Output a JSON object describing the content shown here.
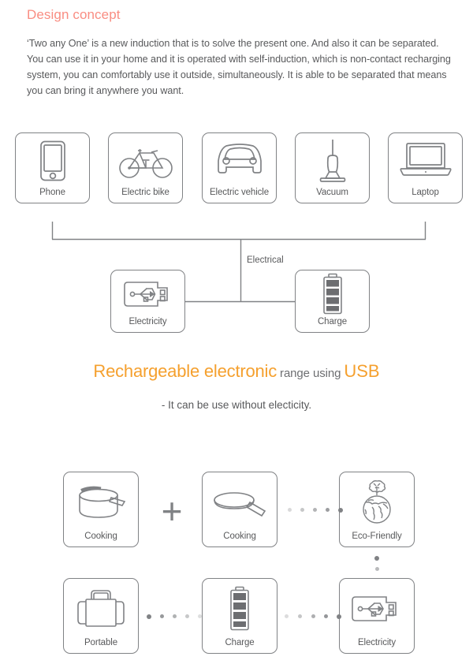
{
  "header": {
    "title": "Design concept",
    "title_color": "#f98d82",
    "paragraph": "‘Two any One’ is a new induction that is to solve the present one. And also it can be separated. You can use it in your home and it is operated with self-induction, which is non-contact recharging system, you can comfortably use it outside, simultaneously. It is able to be separated that means you can bring it anywhere you want."
  },
  "device_row": {
    "cards": [
      {
        "label": "Phone",
        "icon": "smartphone-icon"
      },
      {
        "label": "Electric bike",
        "icon": "bicycle-icon"
      },
      {
        "label": "Electric vehicle",
        "icon": "car-icon"
      },
      {
        "label": "Vacuum",
        "icon": "vacuum-cleaner-icon"
      },
      {
        "label": "Laptop",
        "icon": "laptop-icon"
      }
    ]
  },
  "connector": {
    "electrical_label": "Electrical",
    "line_color": "#808285"
  },
  "mid_row": {
    "cards": [
      {
        "label": "Electricity",
        "icon": "usb-plug-icon"
      },
      {
        "label": "Charge",
        "icon": "battery-full-icon"
      }
    ]
  },
  "headline": {
    "accent_color": "#f5a02e",
    "part1": "Rechargeable electronic",
    "part2": "range using",
    "part3": "USB",
    "subline": "- It can be use without electicity."
  },
  "bottom_matrix": {
    "plus_symbol": "+",
    "row_a": [
      {
        "label": "Cooking",
        "icon": "cooking-pot-icon"
      },
      {
        "label": "Cooking",
        "icon": "frying-pan-icon"
      },
      {
        "label": "Eco-Friendly",
        "icon": "globe-tree-icon"
      }
    ],
    "row_b": [
      {
        "label": "Portable",
        "icon": "suitcase-icon"
      },
      {
        "label": "Charge",
        "icon": "battery-full-icon"
      },
      {
        "label": "Electricity",
        "icon": "usb-plug-icon"
      }
    ]
  }
}
